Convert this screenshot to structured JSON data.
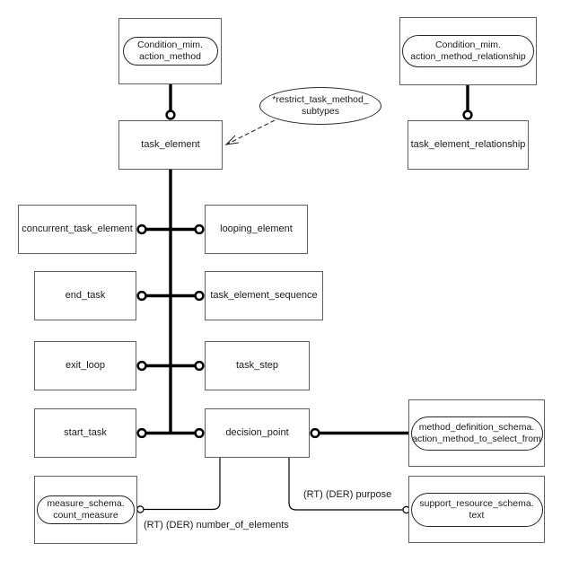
{
  "diagram": {
    "background": "#ffffff",
    "colors": {
      "line": "#000000",
      "rect_border": "#606060",
      "stadium_border": "#262626",
      "text": "#1a1a1a"
    },
    "nodes": {
      "condition_action_method": {
        "line1": "Condition_mim.",
        "line2": "action_method"
      },
      "condition_action_method_relationship": {
        "line1": "Condition_mim.",
        "line2": "action_method_relationship"
      },
      "task_element": {
        "label": "task_element"
      },
      "task_element_relationship": {
        "label": "task_element_relationship"
      },
      "restrict_note": {
        "line1": "*restrict_task_method_",
        "line2": "subtypes"
      },
      "concurrent_task_element": {
        "label": "concurrent_task_element"
      },
      "looping_element": {
        "label": "looping_element"
      },
      "end_task": {
        "label": "end_task"
      },
      "task_element_sequence": {
        "label": "task_element_sequence"
      },
      "exit_loop": {
        "label": "exit_loop"
      },
      "task_step": {
        "label": "task_step"
      },
      "start_task": {
        "label": "start_task"
      },
      "decision_point": {
        "label": "decision_point"
      },
      "measure_count_measure": {
        "line1": "measure_schema.",
        "line2": "count_measure"
      },
      "method_action_method_to_select_from": {
        "line1": "method_definition_schema.",
        "line2": "action_method_to_select_from"
      },
      "support_text": {
        "line1": "support_resource_schema.",
        "line2": "text"
      }
    },
    "edge_labels": {
      "number_of_elements": "(RT) (DER) number_of_elements",
      "purpose": "(RT) (DER) purpose"
    }
  }
}
